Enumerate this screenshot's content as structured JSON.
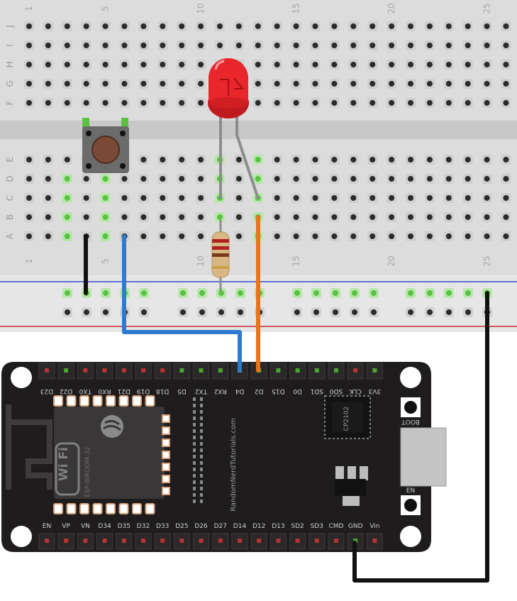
{
  "colors": {
    "board_bg": "#d9d9d9",
    "board_rail": "#e4e4e4",
    "hole": "#2b2b2b",
    "hole_connected": "#58c341",
    "rail_blue": "#2a4fd1",
    "rail_red": "#c62a2a",
    "esp_body": "#1e1c1d",
    "wire_black": "#111111",
    "wire_blue": "#2c7bd1",
    "wire_orange": "#e8731a",
    "led_red": "#e8262b",
    "button_body": "#6b6b6b",
    "button_cap": "#7a4a36",
    "pin_red": "#b73232",
    "pin_green": "#4aa52e"
  },
  "breadboard": {
    "row_letters_top": [
      "J",
      "I",
      "H",
      "G",
      "F"
    ],
    "row_letters_bottom": [
      "E",
      "D",
      "C",
      "B",
      "A"
    ],
    "column_numbers_top": [
      "1",
      "5",
      "10",
      "15",
      "20",
      "25"
    ],
    "column_numbers_bottom": [
      "1",
      "5",
      "10",
      "15",
      "20",
      "25"
    ]
  },
  "esp32": {
    "silkscreen_text": "RandomNerdTutorials.com",
    "module_label": "ESP-WROOM-32",
    "usb_chip_label": "CP2102",
    "wifi_logo": "Wi Fi",
    "boot_label": "BOOT",
    "en_label": "EN",
    "top_pins": [
      "D23",
      "D22",
      "TX0",
      "RX0",
      "D21",
      "D19",
      "D18",
      "D5",
      "TX2",
      "RX2",
      "D4",
      "D2",
      "D15",
      "D0",
      "SD1",
      "SD0",
      "CLK",
      "3V3"
    ],
    "bottom_pins": [
      "EN",
      "VP",
      "VN",
      "D34",
      "D35",
      "D32",
      "D33",
      "D25",
      "D26",
      "D27",
      "D14",
      "D12",
      "D13",
      "SD2",
      "SD3",
      "CMD",
      "GND",
      "Vin"
    ]
  },
  "components": {
    "led_icon": "led-icon",
    "button_icon": "pushbutton-icon",
    "resistor_icon": "resistor-icon"
  }
}
